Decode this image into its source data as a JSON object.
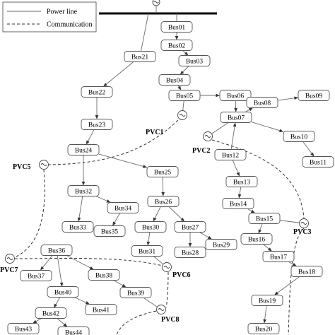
{
  "legend": {
    "power_line": "Power line",
    "communication": "Communication"
  },
  "buses": {
    "b01": "Bus01",
    "b02": "Bus02",
    "b03": "Bus03",
    "b04": "Bus04",
    "b05": "Bus05",
    "b06": "Bus06",
    "b07": "Bus07",
    "b08": "Bus08",
    "b09": "Bus09",
    "b10": "Bus10",
    "b11": "Bus11",
    "b12": "Bus12",
    "b13": "Bus13",
    "b14": "Bus14",
    "b15": "Bus15",
    "b16": "Bus16",
    "b17": "Bus17",
    "b18": "Bus18",
    "b19": "Bus19",
    "b20": "Bus20",
    "b21": "Bus21",
    "b22": "Bus22",
    "b23": "Bus23",
    "b24": "Bus24",
    "b25": "Bus25",
    "b26": "Bus26",
    "b27": "Bus27",
    "b28": "Bus28",
    "b29": "Bus29",
    "b30": "Bus30",
    "b31": "Bus31",
    "b32": "Bus32",
    "b33": "Bus33",
    "b34": "Bus34",
    "b35": "Bus35",
    "b36": "Bus36",
    "b37": "Bus37",
    "b38": "Bus38",
    "b39": "Bus39",
    "b40": "Bus40",
    "b41": "Bus41",
    "b42": "Bus42",
    "b43": "Bus43",
    "b44": "Bus44"
  },
  "pvcs": {
    "pvc1": "PVC1",
    "pvc2": "PVC2",
    "pvc3": "PVC3",
    "pvc5": "PVC5",
    "pvc6": "PVC6",
    "pvc7": "PVC7",
    "pvc8": "PVC8"
  },
  "power_edges": [
    [
      "b01",
      "b02"
    ],
    [
      "b02",
      "b03"
    ],
    [
      "b03",
      "b04"
    ],
    [
      "b04",
      "b05"
    ],
    [
      "b05",
      "b06"
    ],
    [
      "b06",
      "b07"
    ],
    [
      "b07",
      "b08"
    ],
    [
      "b08",
      "b09"
    ],
    [
      "b07",
      "b10"
    ],
    [
      "b10",
      "b11"
    ],
    [
      "b12",
      "b07"
    ],
    [
      "b12",
      "b13"
    ],
    [
      "b13",
      "b14"
    ],
    [
      "b14",
      "b15"
    ],
    [
      "b15",
      "b16"
    ],
    [
      "b16",
      "b17"
    ],
    [
      "b17",
      "b18"
    ],
    [
      "b18",
      "b19"
    ],
    [
      "b19",
      "b20"
    ],
    [
      "b21",
      "b22"
    ],
    [
      "b22",
      "b23"
    ],
    [
      "b23",
      "b24"
    ],
    [
      "b24",
      "b25"
    ],
    [
      "b24",
      "b32"
    ],
    [
      "b25",
      "b26"
    ],
    [
      "b26",
      "b27"
    ],
    [
      "b26",
      "b30"
    ],
    [
      "b27",
      "b28"
    ],
    [
      "b27",
      "b29"
    ],
    [
      "b30",
      "b31"
    ],
    [
      "b32",
      "b33"
    ],
    [
      "b32",
      "b34"
    ],
    [
      "b34",
      "b35"
    ],
    [
      "b36",
      "b37"
    ],
    [
      "b36",
      "b38"
    ],
    [
      "b36",
      "b40"
    ],
    [
      "b38",
      "b39"
    ],
    [
      "b40",
      "b41"
    ],
    [
      "b40",
      "b42"
    ],
    [
      "b42",
      "b43"
    ],
    [
      "b42",
      "b44"
    ]
  ],
  "power_taps": [
    [
      "b01",
      "main_bus"
    ],
    [
      "b21",
      "main_bus"
    ],
    [
      "b05",
      "pvc1"
    ],
    [
      "b07",
      "pvc2"
    ],
    [
      "b15",
      "pvc3"
    ],
    [
      "b31",
      "pvc6"
    ],
    [
      "b39",
      "pvc8"
    ]
  ],
  "comm_links": [
    [
      "pvc1",
      "pvc5"
    ],
    [
      "pvc2",
      "pvc3"
    ],
    [
      "pvc5",
      "pvc7"
    ],
    [
      "pvc7",
      "pvc6"
    ],
    [
      "pvc6",
      "pvc8"
    ],
    [
      "pvc3",
      "bottom"
    ],
    [
      "pvc8",
      "bottom"
    ]
  ]
}
